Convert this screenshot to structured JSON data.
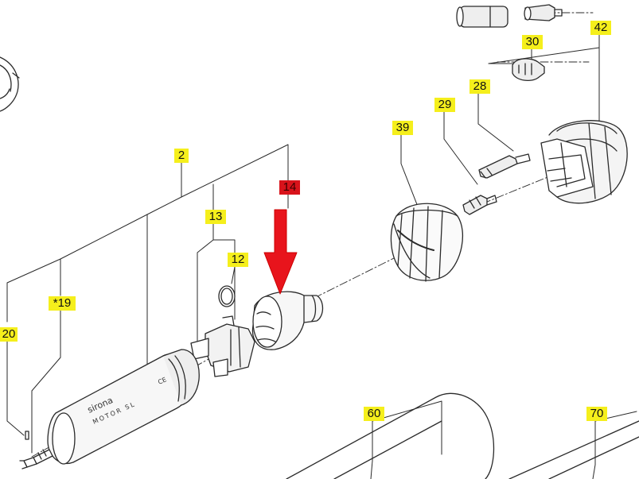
{
  "callouts": {
    "c2": "2",
    "c14": "14",
    "c13": "13",
    "c12": "12",
    "c19": "*19",
    "c20": "20",
    "c39": "39",
    "c29": "29",
    "c28": "28",
    "c30": "30",
    "c42": "42",
    "c60": "60",
    "c70": "70"
  },
  "motor": {
    "brand": "sirona",
    "model": "MOTOR SL",
    "mark": "CE"
  },
  "colors": {
    "callout_yellow": "#f5ef1c",
    "callout_red": "#d8131b",
    "arrow_red": "#e8141c",
    "line": "#2a2a2a"
  },
  "highlight": {
    "part": "14",
    "indicator": "red-down-arrow"
  }
}
